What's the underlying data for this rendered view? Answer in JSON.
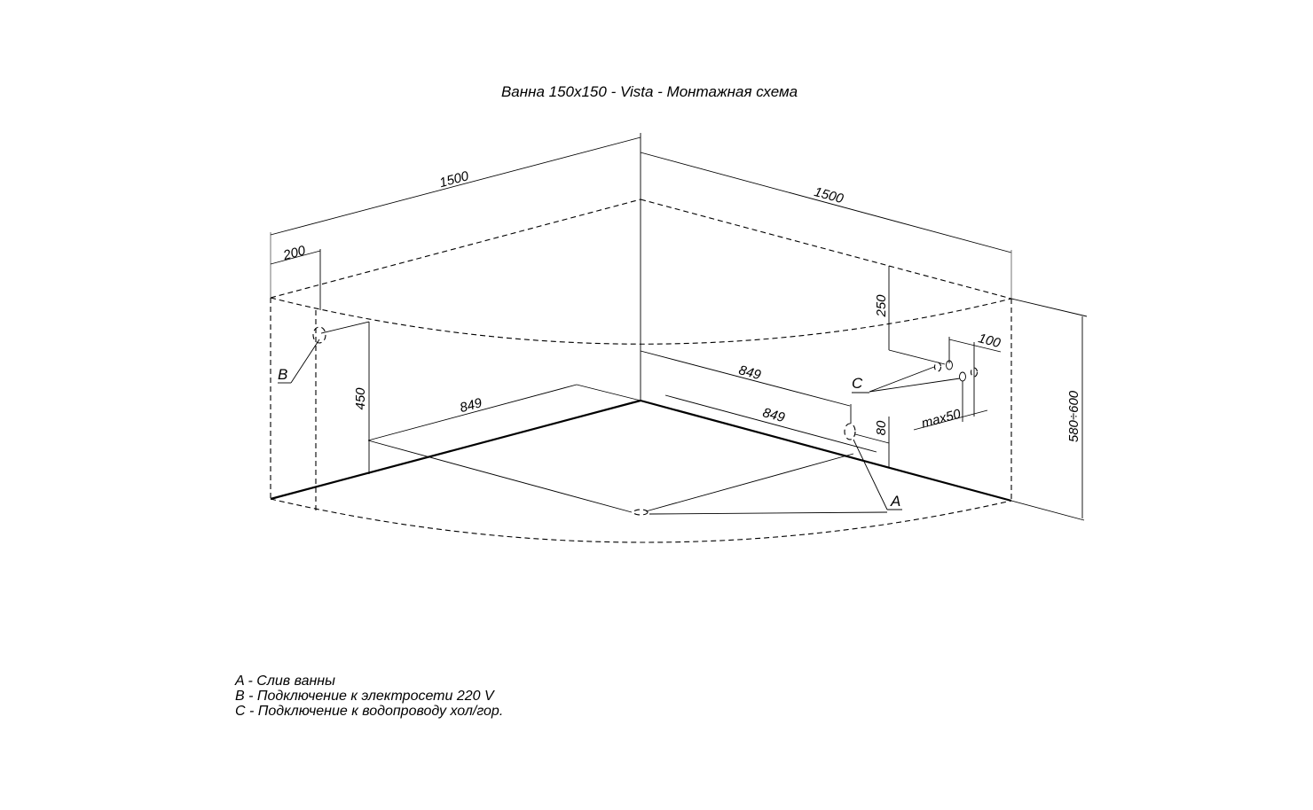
{
  "title": "Ванна 150x150 - Vista - Монтажная схема",
  "dimensions": {
    "width_left": "1500",
    "width_right": "1500",
    "b_offset": "200",
    "b_height": "450",
    "drain_left": "849",
    "drain_right_upper": "849",
    "drain_right_lower": "849",
    "water_from_top": "250",
    "water_spacing": "100",
    "water_max": "max50",
    "drain_height": "80",
    "total_height": "580÷600"
  },
  "markers": {
    "a": "A",
    "b": "B",
    "c": "C"
  },
  "legend": [
    "A - Слив ванны",
    "B - Подключение к электросети 220 V",
    "C - Подключение к водопроводу хол/гор."
  ]
}
